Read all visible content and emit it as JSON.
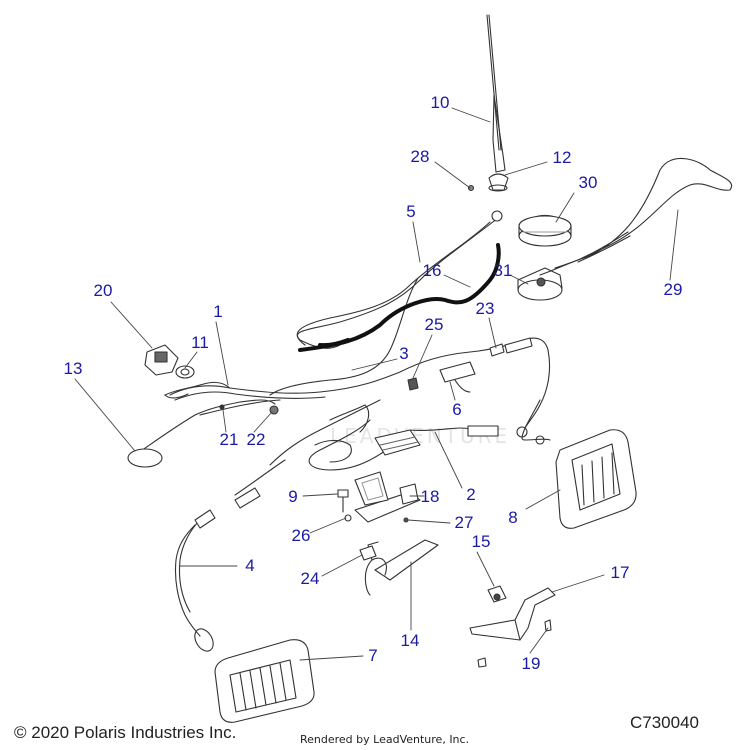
{
  "watermark_text": "LEADVENTURE",
  "footer": {
    "copyright": "© 2020 Polaris Industries Inc.",
    "rendered_by": "Rendered by LeadVenture, Inc.",
    "diagram_code": "C730040"
  },
  "callouts": [
    {
      "id": "1",
      "label": "1"
    },
    {
      "id": "2",
      "label": "2"
    },
    {
      "id": "3",
      "label": "3"
    },
    {
      "id": "4",
      "label": "4"
    },
    {
      "id": "5",
      "label": "5"
    },
    {
      "id": "6",
      "label": "6"
    },
    {
      "id": "7",
      "label": "7"
    },
    {
      "id": "8",
      "label": "8"
    },
    {
      "id": "9",
      "label": "9"
    },
    {
      "id": "10",
      "label": "10"
    },
    {
      "id": "11",
      "label": "11"
    },
    {
      "id": "12",
      "label": "12"
    },
    {
      "id": "13",
      "label": "13"
    },
    {
      "id": "14",
      "label": "14"
    },
    {
      "id": "15",
      "label": "15"
    },
    {
      "id": "16",
      "label": "16"
    },
    {
      "id": "17",
      "label": "17"
    },
    {
      "id": "18",
      "label": "18"
    },
    {
      "id": "19",
      "label": "19"
    },
    {
      "id": "20",
      "label": "20"
    },
    {
      "id": "21",
      "label": "21"
    },
    {
      "id": "22",
      "label": "22"
    },
    {
      "id": "23",
      "label": "23"
    },
    {
      "id": "24",
      "label": "24"
    },
    {
      "id": "25",
      "label": "25"
    },
    {
      "id": "26",
      "label": "26"
    },
    {
      "id": "27",
      "label": "27"
    },
    {
      "id": "28",
      "label": "28"
    },
    {
      "id": "29",
      "label": "29"
    },
    {
      "id": "30",
      "label": "30"
    },
    {
      "id": "31",
      "label": "31"
    }
  ]
}
